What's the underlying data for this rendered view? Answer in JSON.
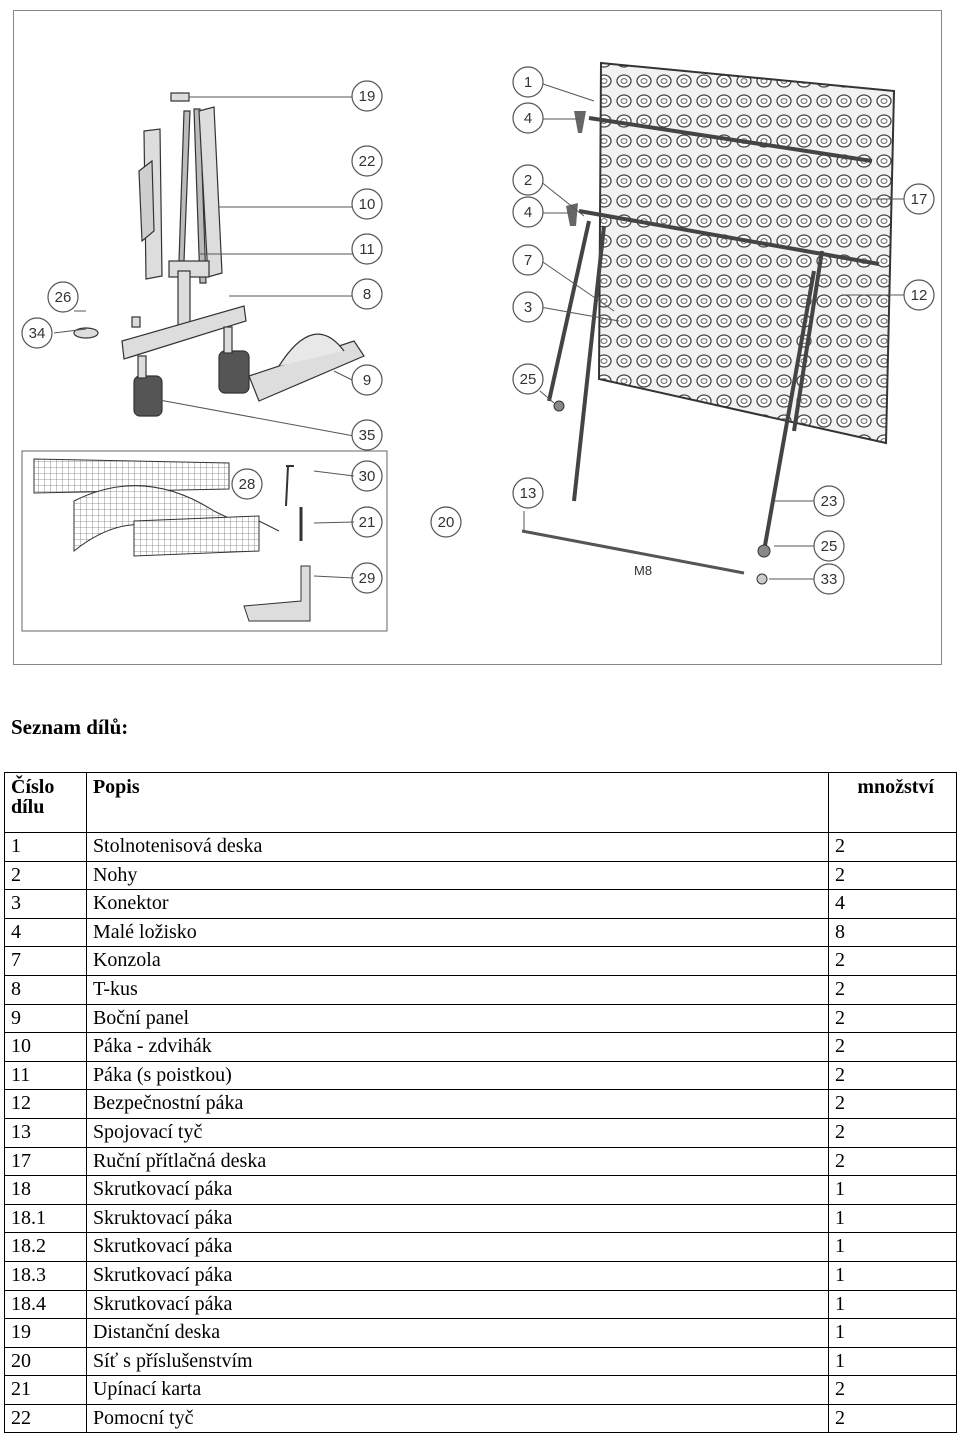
{
  "figure": {
    "callouts": [
      "19",
      "22",
      "10",
      "11",
      "8",
      "26",
      "34",
      "9",
      "35",
      "28",
      "30",
      "21",
      "20",
      "29",
      "1",
      "4",
      "2",
      "4",
      "7",
      "3",
      "25",
      "17",
      "12",
      "13",
      "23",
      "25",
      "33"
    ],
    "rod_label": "M8"
  },
  "heading": "Seznam dílů:",
  "table": {
    "headers": {
      "number_line1": "Číslo",
      "number_line2": "dílu",
      "description": "Popis",
      "quantity": "množství"
    },
    "rows": [
      {
        "number": "1",
        "description": "Stolnotenisová deska",
        "quantity": "2"
      },
      {
        "number": "2",
        "description": "Nohy",
        "quantity": "2"
      },
      {
        "number": "3",
        "description": "Konektor",
        "quantity": "4"
      },
      {
        "number": "4",
        "description": "Malé ložisko",
        "quantity": "8"
      },
      {
        "number": "7",
        "description": "Konzola",
        "quantity": "2"
      },
      {
        "number": "8",
        "description": "T-kus",
        "quantity": "2"
      },
      {
        "number": "9",
        "description": "Boční panel",
        "quantity": "2"
      },
      {
        "number": "10",
        "description": "Páka - zdvihák",
        "quantity": "2"
      },
      {
        "number": "11",
        "description": "Páka (s poistkou)",
        "quantity": "2"
      },
      {
        "number": "12",
        "description": "Bezpečnostní páka",
        "quantity": "2"
      },
      {
        "number": "13",
        "description": "Spojovací tyč",
        "quantity": "2"
      },
      {
        "number": "17",
        "description": "Ruční přítlačná deska",
        "quantity": "2"
      },
      {
        "number": "18",
        "description": "Skrutkovací páka",
        "quantity": "1"
      },
      {
        "number": "18.1",
        "description": "Skruktovací páka",
        "quantity": "1"
      },
      {
        "number": "18.2",
        "description": "Skrutkovací páka",
        "quantity": "1"
      },
      {
        "number": "18.3",
        "description": "Skrutkovací páka",
        "quantity": "1"
      },
      {
        "number": "18.4",
        "description": "Skrutkovací páka",
        "quantity": "1"
      },
      {
        "number": "19",
        "description": "Distanční deska",
        "quantity": "1"
      },
      {
        "number": "20",
        "description": "Síť s příslušenstvím",
        "quantity": "1"
      },
      {
        "number": "21",
        "description": "Upínací karta",
        "quantity": "2"
      },
      {
        "number": "22",
        "description": "Pomocní tyč",
        "quantity": "2"
      }
    ]
  }
}
